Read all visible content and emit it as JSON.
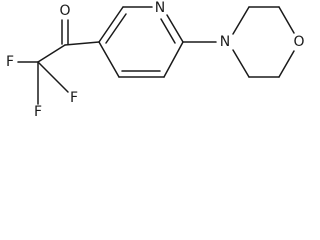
{
  "atoms": {
    "oxygen_carbonyl": "O",
    "fluorine_1": "F",
    "fluorine_2": "F",
    "fluorine_3": "F",
    "nitrogen_pyridine": "N",
    "nitrogen_morpholine": "N",
    "oxygen_morpholine": "O"
  }
}
